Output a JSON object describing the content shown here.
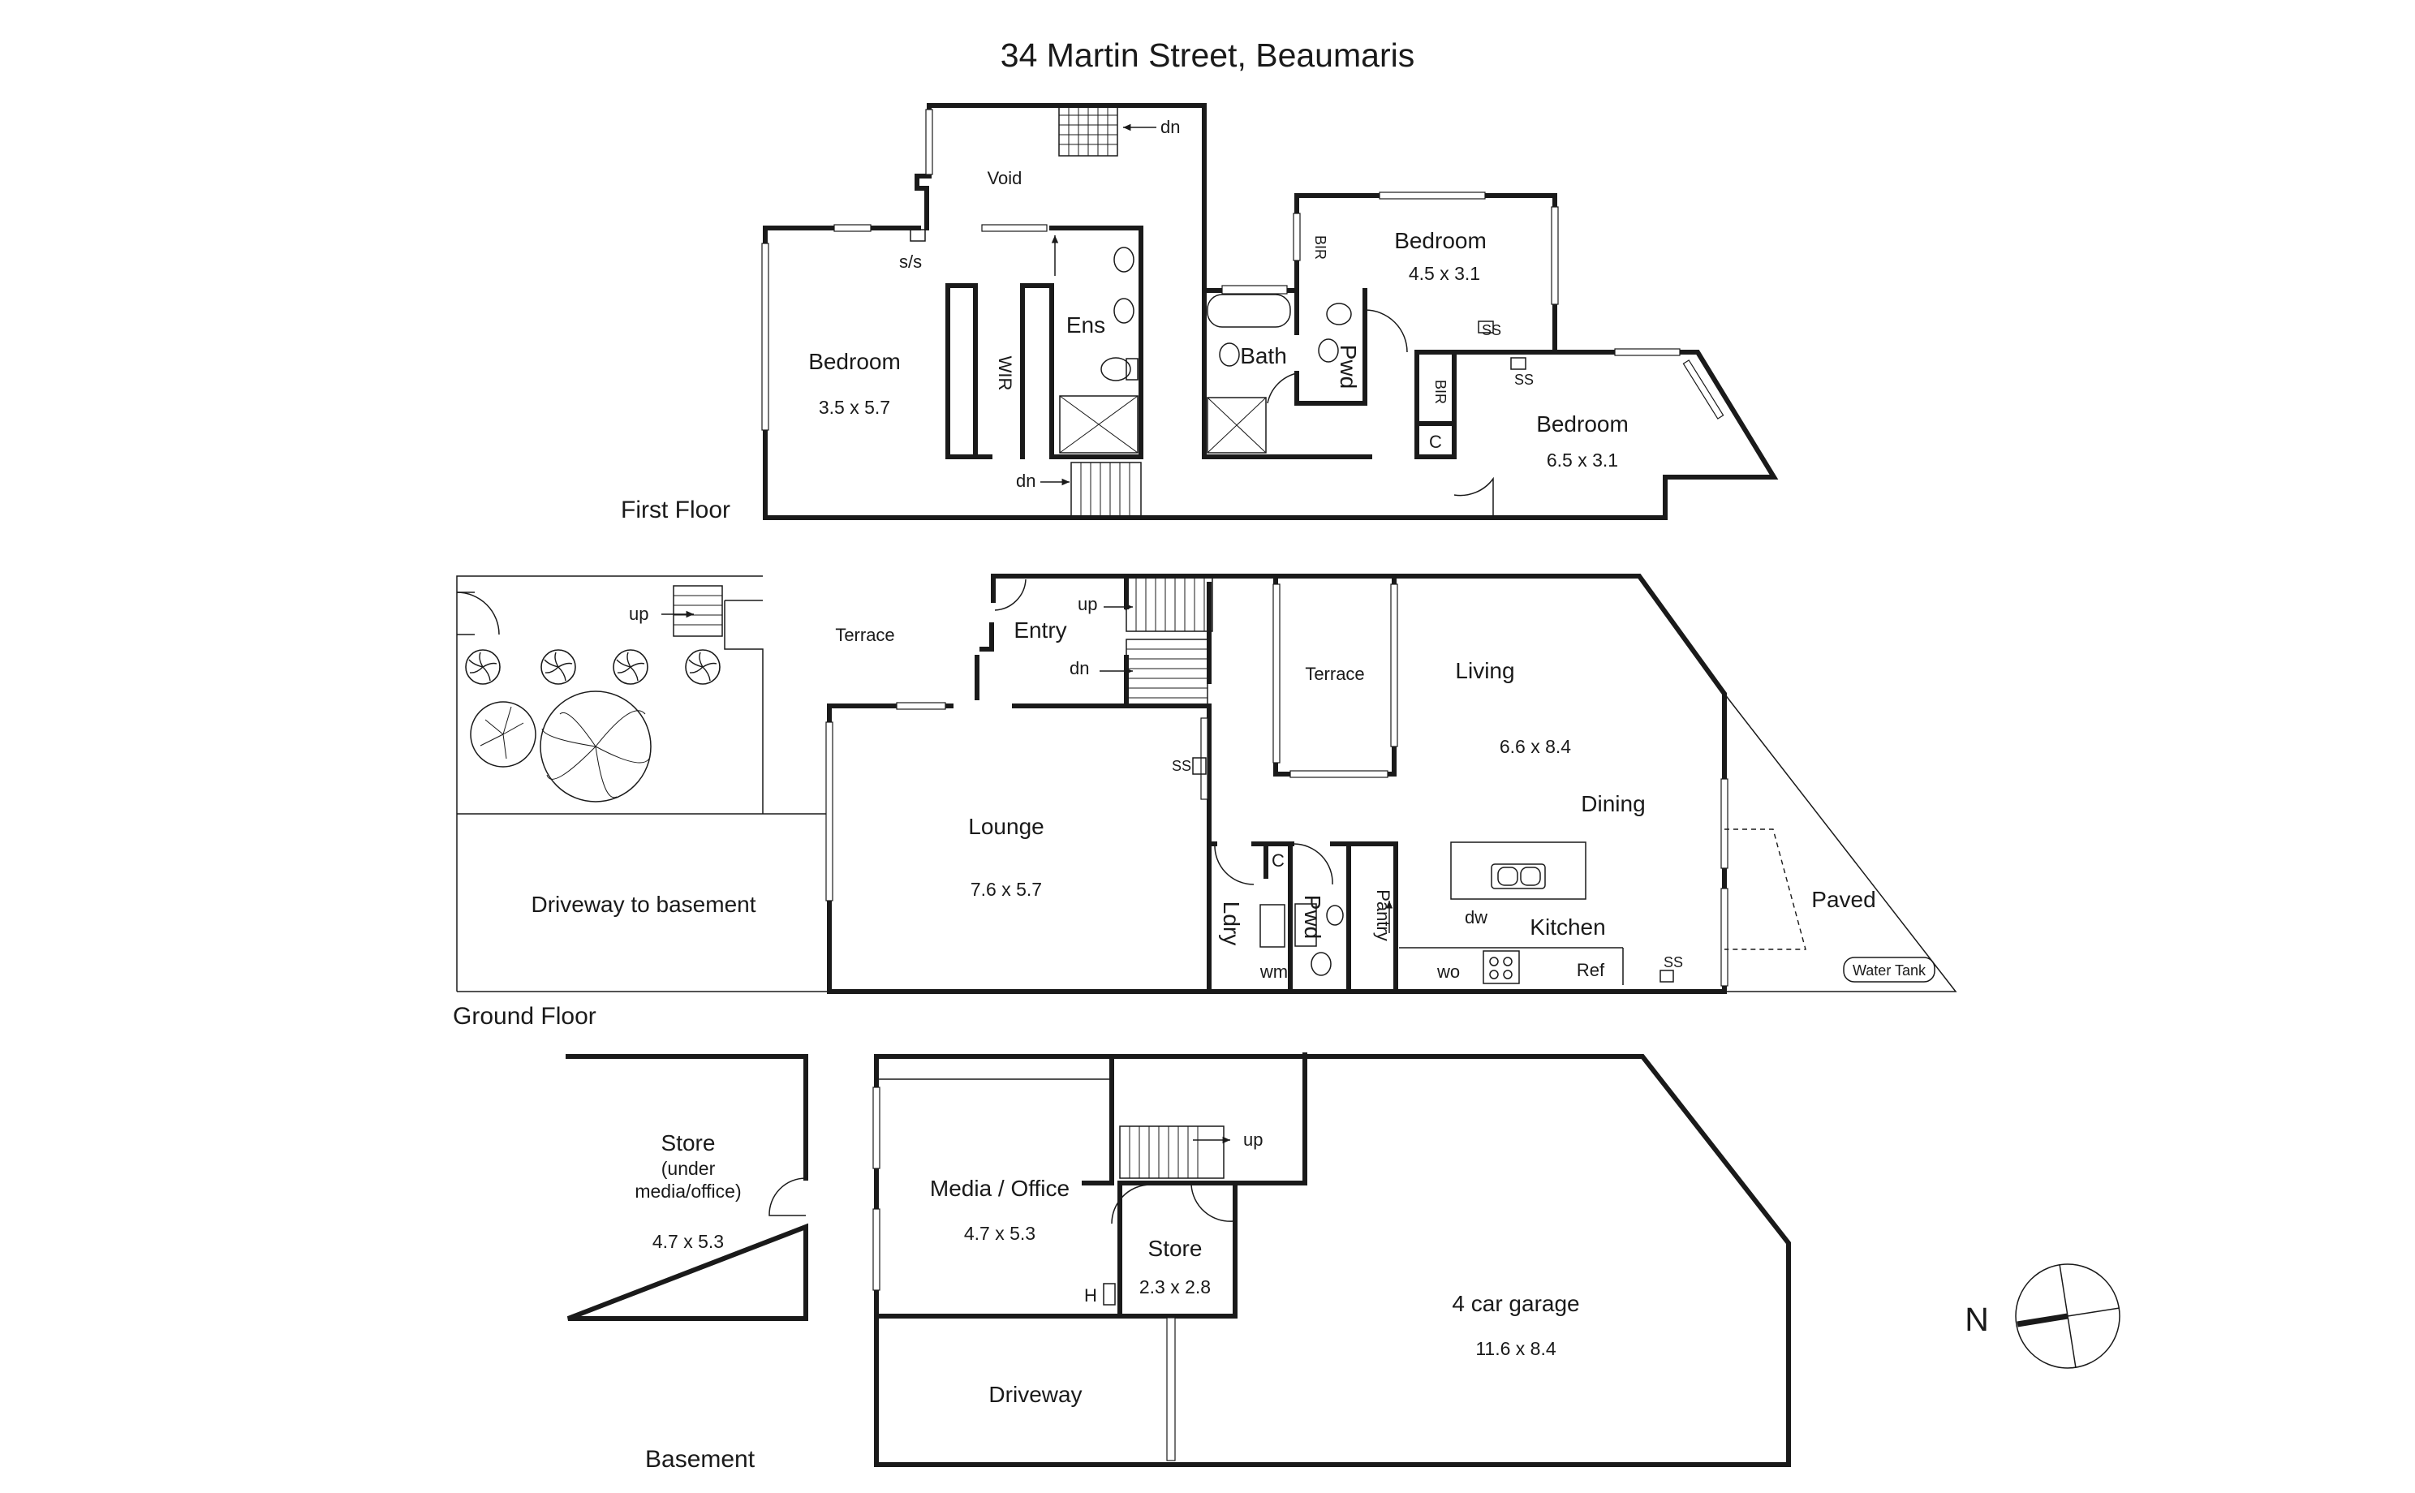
{
  "title": "34 Martin Street, Beaumaris",
  "floors": {
    "first": "First Floor",
    "ground": "Ground Floor",
    "basement": "Basement"
  },
  "first_floor": {
    "void": "Void",
    "dn_top": "dn",
    "dn_bottom": "dn",
    "ss_stair": "s/s",
    "master_bedroom": {
      "name": "Bedroom",
      "dims": "3.5 x 5.7"
    },
    "wir": "WIR",
    "ens": "Ens",
    "bath": "Bath",
    "pwd": "Pwd",
    "bir_1": "BIR",
    "bedroom_2": {
      "name": "Bedroom",
      "dims": "4.5 x 3.1"
    },
    "ss_1": "SS",
    "ss_2": "SS",
    "bir_2": "BIR",
    "c": "C",
    "bedroom_3": {
      "name": "Bedroom",
      "dims": "6.5 x 3.1"
    }
  },
  "ground_floor": {
    "up_left": "up",
    "terrace_left": "Terrace",
    "entry": "Entry",
    "up_stair": "up",
    "dn_stair": "dn",
    "terrace_mid": "Terrace",
    "living": {
      "name": "Living",
      "dims": "6.6 x 8.4"
    },
    "dining": "Dining",
    "ss_lounge": "SS",
    "lounge": {
      "name": "Lounge",
      "dims": "7.6 x 5.7"
    },
    "driveway_basement": "Driveway to basement",
    "c": "C",
    "ldry": "Ldry",
    "pwd": "Pwd",
    "pantry": "Pantry",
    "wm": "wm",
    "dw": "dw",
    "kitchen": "Kitchen",
    "wo": "wo",
    "ref": "Ref",
    "ss_kitchen": "SS",
    "paved": "Paved",
    "water_tank": "Water Tank"
  },
  "basement": {
    "store_under": {
      "name": "Store",
      "sub1": "(under",
      "sub2": "media/office)",
      "dims": "4.7 x 5.3"
    },
    "media_office": {
      "name": "Media / Office",
      "dims": "4.7 x 5.3"
    },
    "up": "up",
    "store": {
      "name": "Store",
      "dims": "2.3 x 2.8"
    },
    "h": "H",
    "garage": {
      "name": "4 car garage",
      "dims": "11.6 x 8.4"
    },
    "driveway": "Driveway"
  },
  "compass": {
    "label": "N"
  }
}
